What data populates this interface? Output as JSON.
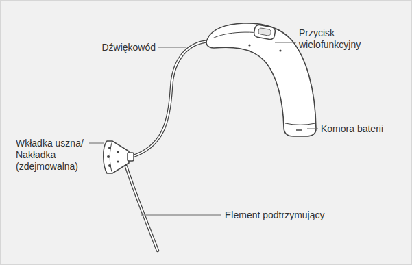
{
  "diagram": {
    "labels": [
      "Dźwiękowód",
      "Przycisk wielofunkcyjny",
      "Komora baterii",
      "Wkładka uszna/ Nakładka (zdejmowalna)",
      "Element podtrzymujący"
    ]
  }
}
